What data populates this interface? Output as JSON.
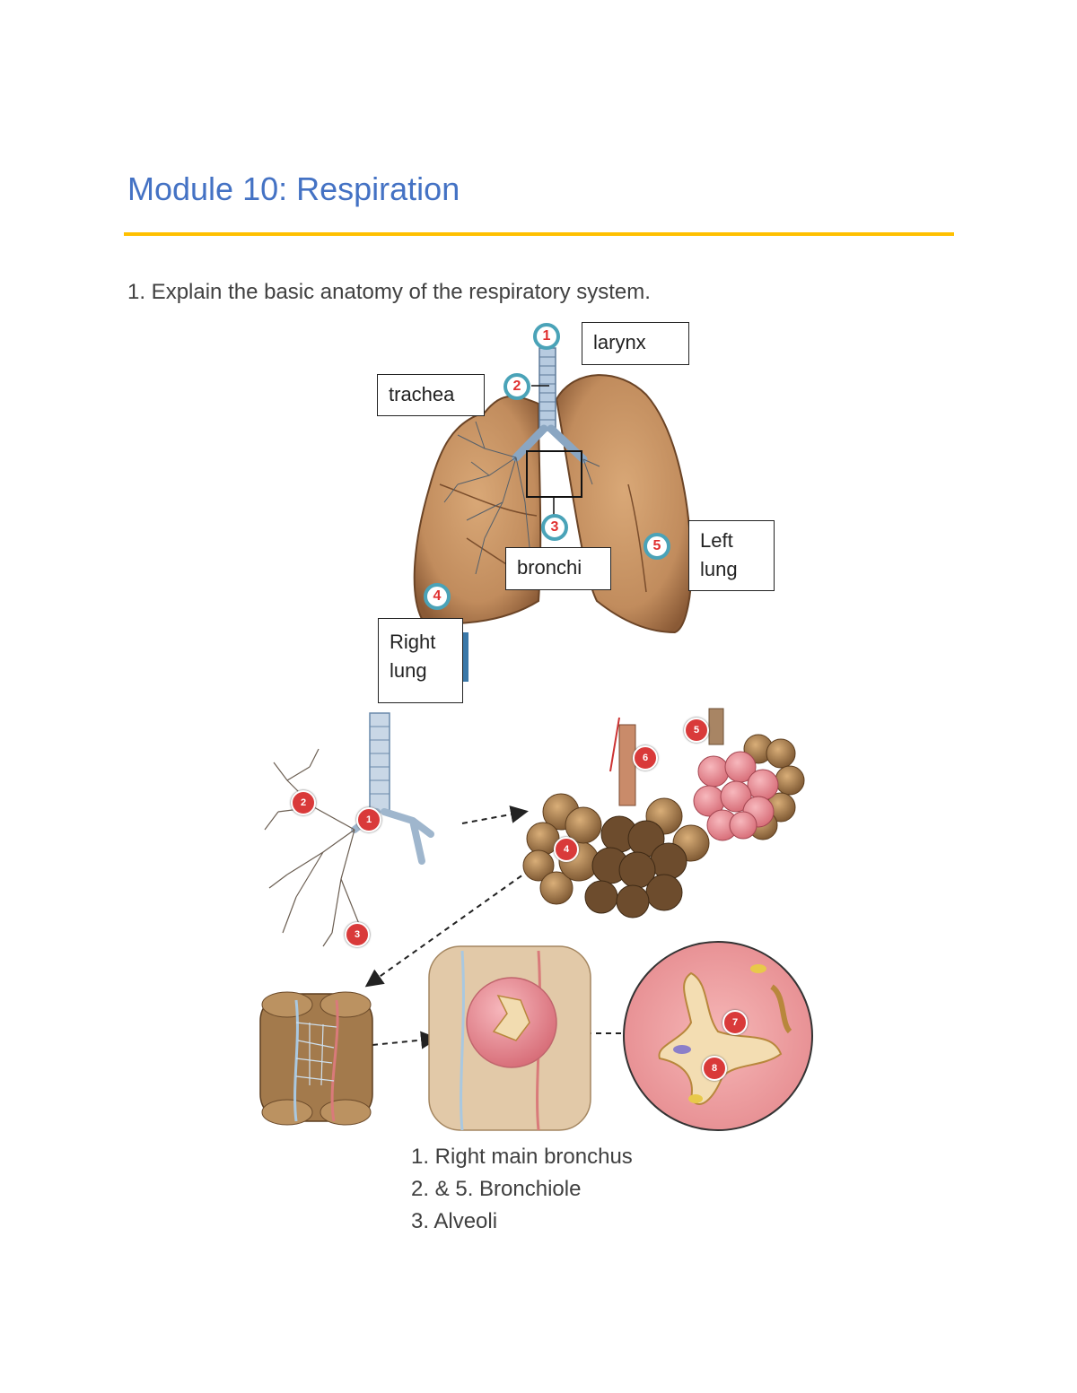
{
  "page": {
    "title": "Module 10: Respiration",
    "question": "1.  Explain the basic anatomy of the respiratory system.",
    "colors": {
      "title": "#4472C4",
      "rule": "#FFC000",
      "marker_ring": "#4aa3b8",
      "marker_text": "#e03030"
    }
  },
  "lung_diagram": {
    "markers": [
      "1",
      "2",
      "3",
      "4",
      "5"
    ],
    "labels": {
      "larynx": "larynx",
      "trachea": "trachea",
      "bronchi": "bronchi",
      "left_lung_line1": "Left",
      "left_lung_line2": "lung",
      "right_lung_line1": "Right",
      "right_lung_line2": "lung"
    }
  },
  "detail_diagram": {
    "markers": [
      "1",
      "2",
      "3",
      "4",
      "5",
      "6",
      "7",
      "8"
    ]
  },
  "legend": {
    "items": [
      "1. Right main bronchus",
      "2. & 5. Bronchiole",
      "3. Alveoli"
    ]
  }
}
